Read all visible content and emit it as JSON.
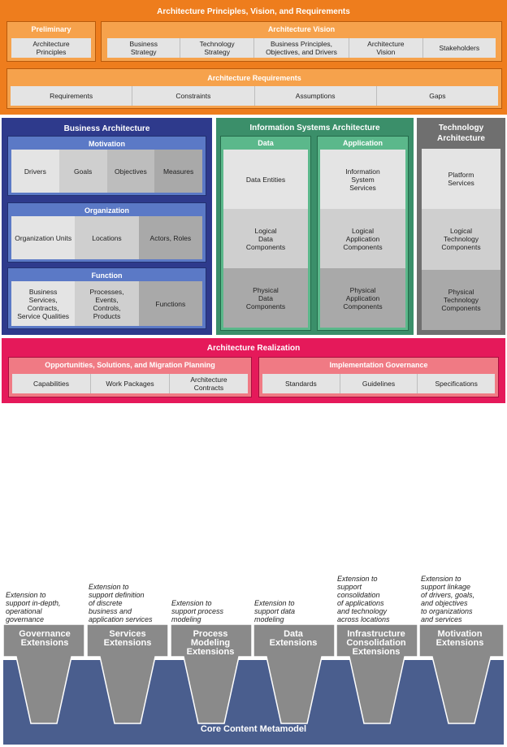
{
  "principles": {
    "title": "Architecture Principles, Vision, and Requirements",
    "preliminary": {
      "title": "Preliminary",
      "item": "Architecture\nPrinciples"
    },
    "vision": {
      "title": "Architecture Vision",
      "items": [
        "Business\nStrategy",
        "Technology\nStrategy",
        "Business Principles,\nObjectives, and Drivers",
        "Architecture\nVision",
        "Stakeholders"
      ]
    },
    "requirements": {
      "title": "Architecture Requirements",
      "items": [
        "Requirements",
        "Constraints",
        "Assumptions",
        "Gaps"
      ]
    }
  },
  "business": {
    "title": "Business Architecture",
    "motivation": {
      "title": "Motivation",
      "items": [
        "Drivers",
        "Goals",
        "Objectives",
        "Measures"
      ]
    },
    "organization": {
      "title": "Organization",
      "items": [
        "Organization Units",
        "Locations",
        "Actors, Roles"
      ]
    },
    "function": {
      "title": "Function",
      "items": [
        "Business\nServices,\nContracts,\nService Qualities",
        "Processes,\nEvents,\nControls,\nProducts",
        "Functions"
      ]
    }
  },
  "is": {
    "title": "Information Systems Architecture",
    "data": {
      "title": "Data",
      "items": [
        "Data Entities",
        "Logical\nData\nComponents",
        "Physical\nData\nComponents"
      ]
    },
    "application": {
      "title": "Application",
      "items": [
        "Information\nSystem\nServices",
        "Logical\nApplication\nComponents",
        "Physical\nApplication\nComponents"
      ]
    }
  },
  "technology": {
    "title": "Technology\nArchitecture",
    "items": [
      "Platform\nServices",
      "Logical\nTechnology\nComponents",
      "Physical\nTechnology\nComponents"
    ]
  },
  "realization": {
    "title": "Architecture Realization",
    "planning": {
      "title": "Opportunities, Solutions, and Migration Planning",
      "items": [
        "Capabilities",
        "Work Packages",
        "Architecture\nContracts"
      ]
    },
    "governance": {
      "title": "Implementation Governance",
      "items": [
        "Standards",
        "Guidelines",
        "Specifications"
      ]
    }
  },
  "extensions": {
    "core": "Core Content Metamodel",
    "items": [
      {
        "title": "Governance\nExtensions",
        "desc": "Extension to\nsupport in-depth,\noperational\ngovernance"
      },
      {
        "title": "Services\nExtensions",
        "desc": "Extension to\nsupport definition\nof discrete\nbusiness and\napplication services"
      },
      {
        "title": "Process\nModeling\nExtensions",
        "desc": "Extension to\nsupport process\nmodeling"
      },
      {
        "title": "Data\nExtensions",
        "desc": "Extension to\nsupport data\nmodeling"
      },
      {
        "title": "Infrastructure\nConsolidation\nExtensions",
        "desc": "Extension to\nsupport\nconsolidation\nof applications\nand technology\nacross locations"
      },
      {
        "title": "Motivation\nExtensions",
        "desc": "Extension to\nsupport linkage\nof drivers, goals,\nand objectives\nto organizations\nand services"
      }
    ]
  },
  "colors": {
    "orange": "#ee7d1d",
    "orange_light": "#f6a24c",
    "business": "#2e3a8c",
    "business_sub": "#5b79c6",
    "is": "#3b8f6a",
    "is_sub": "#5bb88b",
    "tech": "#6f6f6f",
    "realization": "#e5195a",
    "realization_sub": "#f07a84",
    "core": "#4a5e8e",
    "ext": "#8a8a8a"
  }
}
